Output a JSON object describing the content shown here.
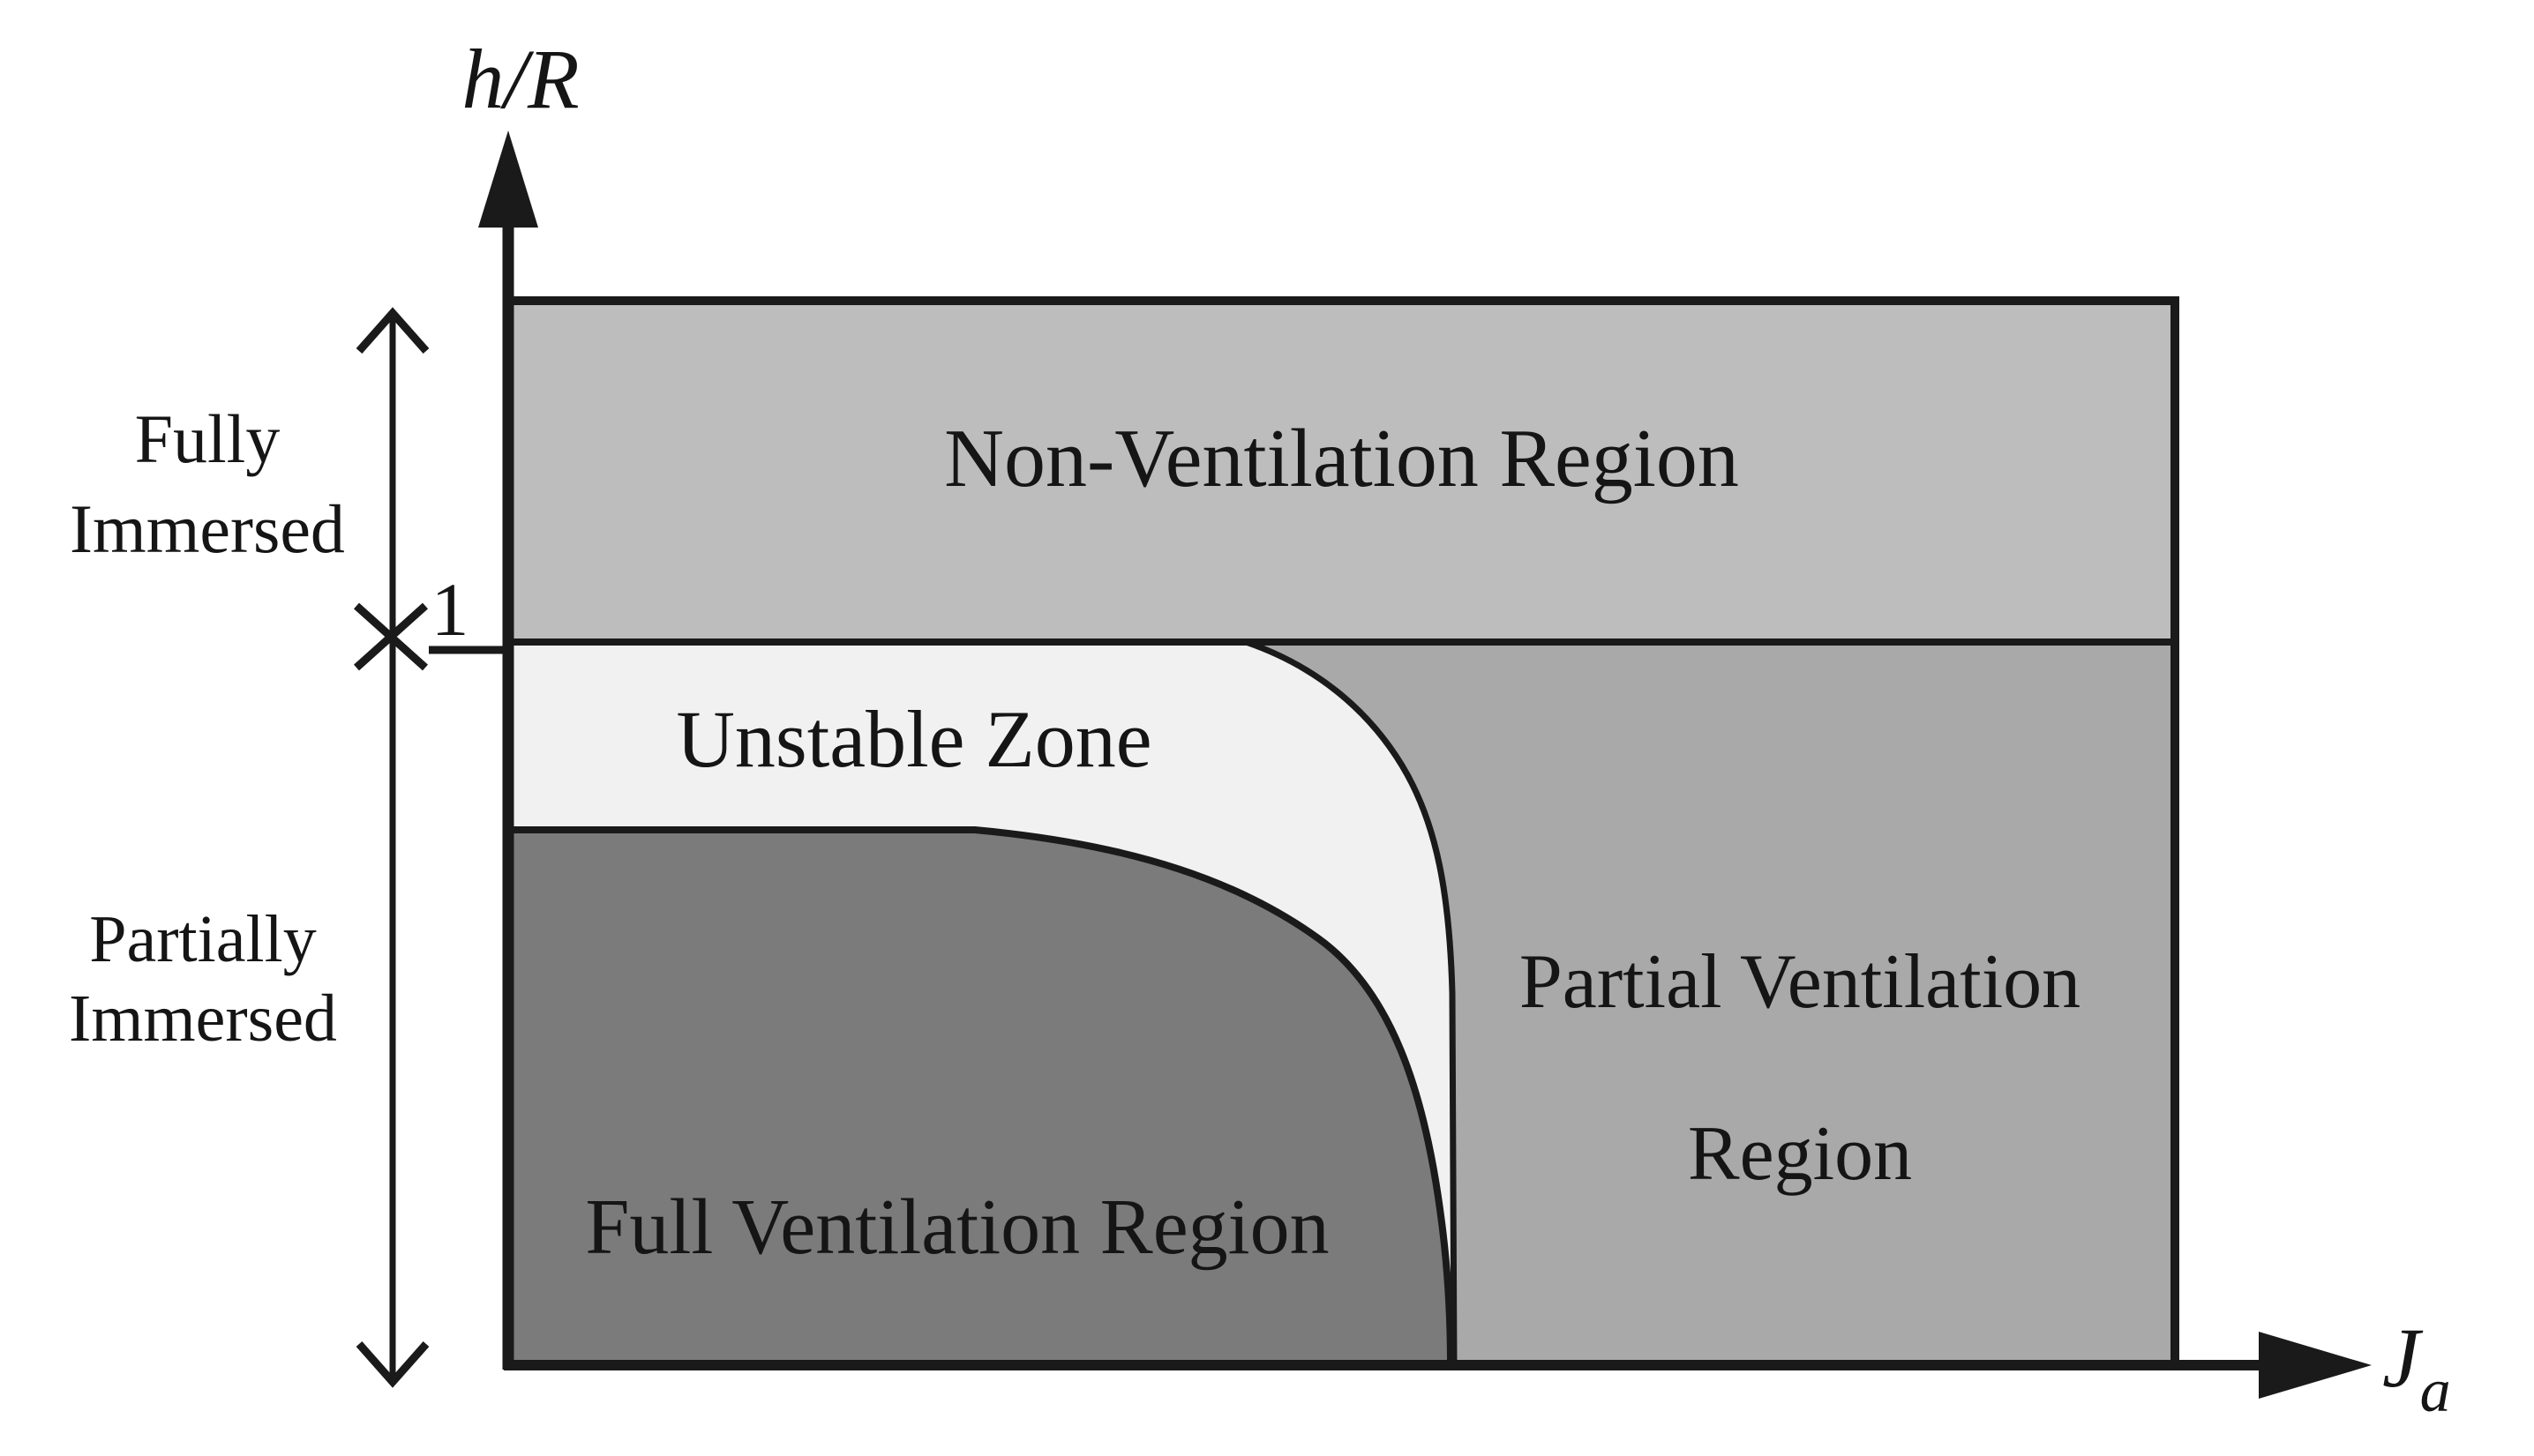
{
  "figure": {
    "y_axis_label": "h/R",
    "x_axis_label_main": "J",
    "x_axis_label_sub": "a",
    "tick_label_one": "1",
    "regions": {
      "non_ventilation": "Non-Ventilation Region",
      "unstable": "Unstable Zone",
      "partial_line1": "Partial Ventilation",
      "partial_line2": "Region",
      "full": "Full Ventilation Region"
    },
    "annotations": {
      "fully_line1": "Fully",
      "fully_line2": "Immersed",
      "partially_line1": "Partially",
      "partially_line2": "Immersed"
    },
    "colors": {
      "non_ventilation": "#bdbdbd",
      "partial_ventilation": "#a9a9a9",
      "full_ventilation": "#7b7b7b",
      "unstable": "#f1f1f1",
      "line": "#1a1a1a"
    }
  }
}
